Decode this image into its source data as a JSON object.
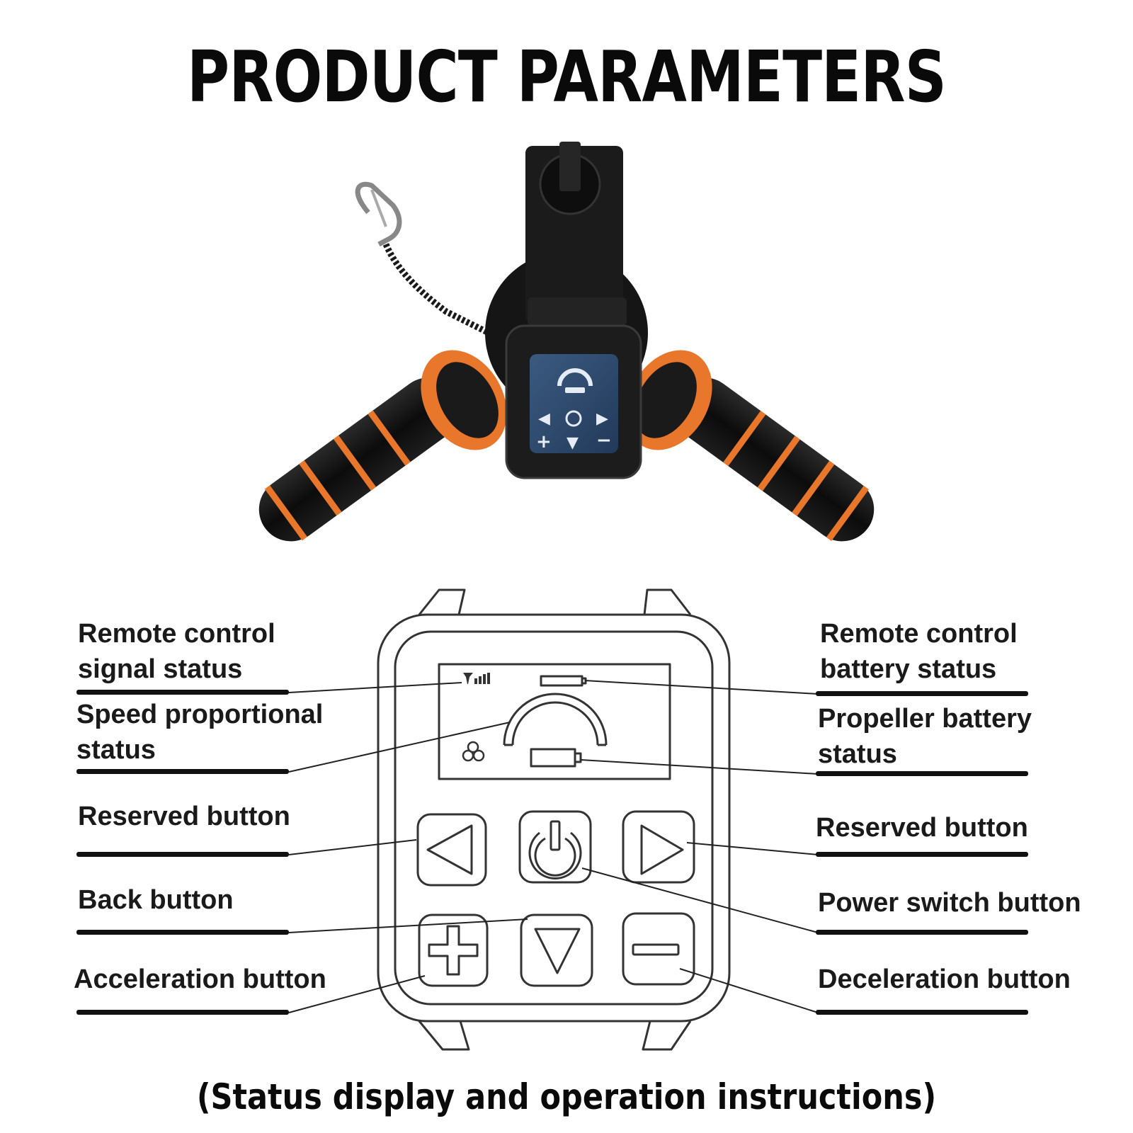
{
  "title": "PRODUCT PARAMETERS",
  "subtitle": "(Status display and operation instructions)",
  "colors": {
    "accent_orange": "#e8762b",
    "body_black": "#141414",
    "screen_blue": "#2e4a6e"
  },
  "labels_left": [
    "Remote control\nsignal status",
    "Speed proportional\nstatus",
    "Reserved button",
    "Back button",
    "Acceleration button"
  ],
  "labels_right": [
    "Remote control\nbattery status",
    "Propeller battery\nstatus",
    "Reserved button",
    "Power switch button",
    "Deceleration button"
  ],
  "icons": [
    "signal-icon",
    "battery-icon",
    "speed-arc-icon",
    "propeller-icon",
    "left-arrow-icon",
    "power-icon",
    "right-arrow-icon",
    "plus-icon",
    "down-arrow-icon",
    "minus-icon"
  ]
}
